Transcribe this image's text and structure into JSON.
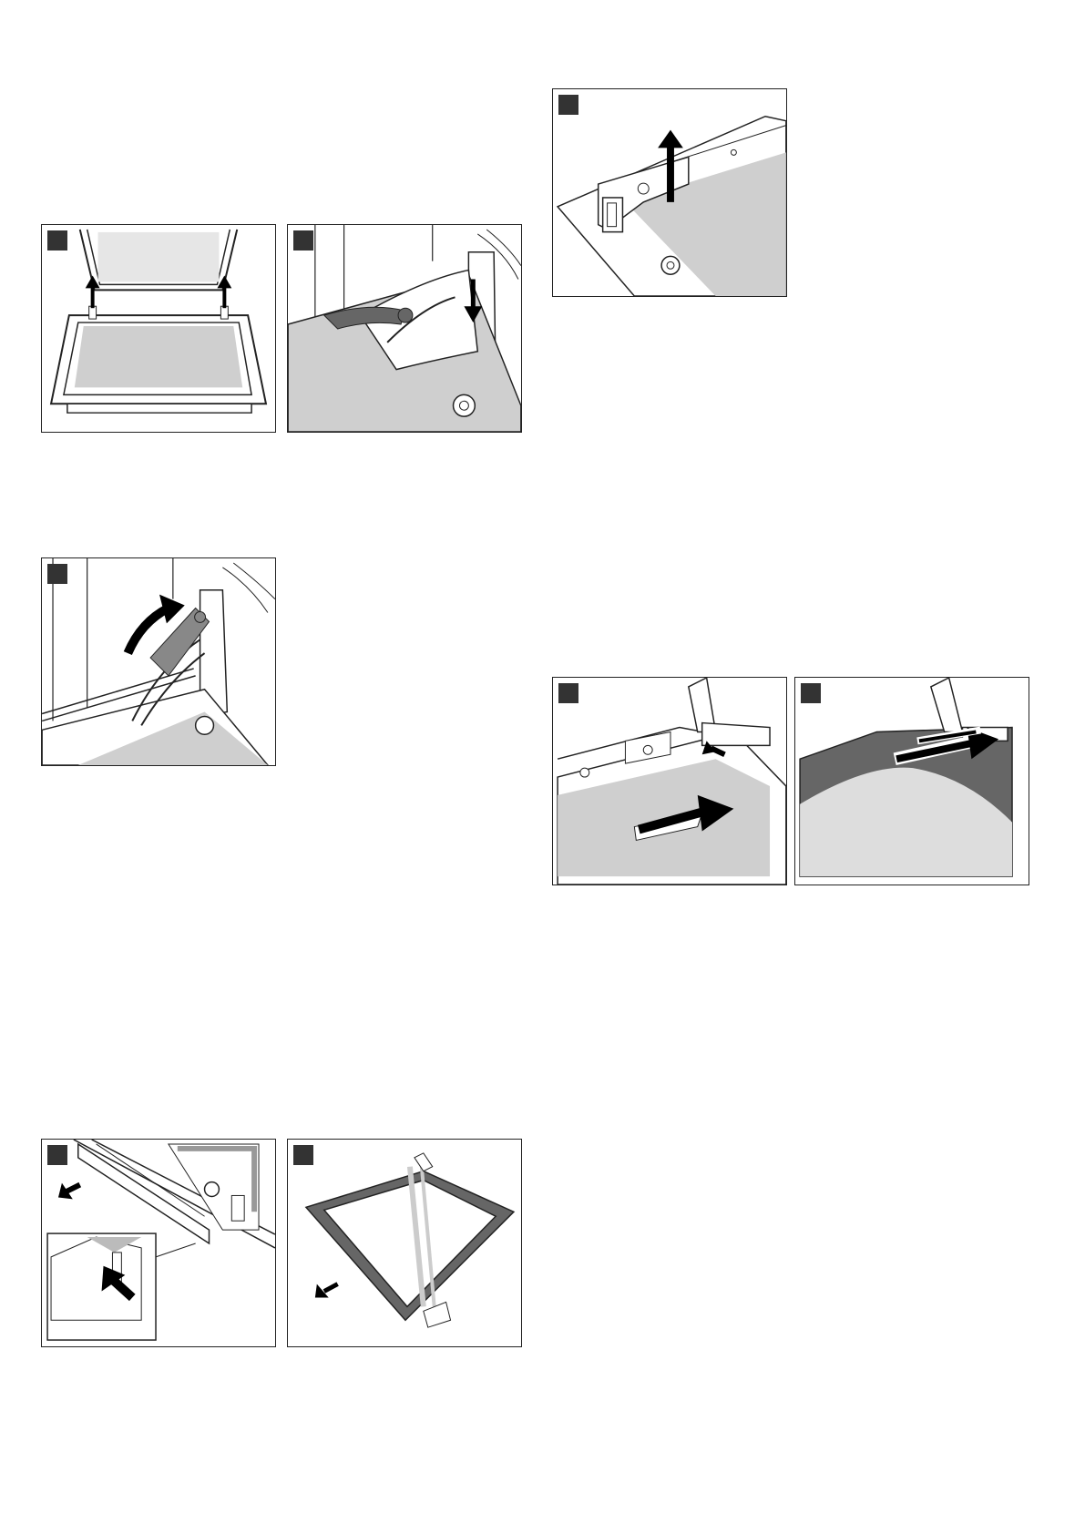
{
  "page": {
    "type": "oven door removal instructions",
    "colors": {
      "line": "#222222",
      "fill_light": "#cfcfcf",
      "fill_mid": "#8a8a8a",
      "fill_dark": "#4a4a4a",
      "badge": "#333333"
    },
    "figures": [
      {
        "id": "fig-1",
        "icon": "door-lift-arrows-icon"
      },
      {
        "id": "fig-2",
        "icon": "hinge-lever-down-icon"
      },
      {
        "id": "fig-3",
        "icon": "hinge-lever-up-icon"
      },
      {
        "id": "fig-4",
        "icon": "cover-strip-removal-icon"
      },
      {
        "id": "fig-5",
        "icon": "glass-pane-removal-icon"
      },
      {
        "id": "fig-6",
        "icon": "hinge-clip-lift-icon"
      },
      {
        "id": "fig-7",
        "icon": "glass-slide-in-icon"
      },
      {
        "id": "fig-8",
        "icon": "glass-push-under-clip-icon"
      }
    ]
  }
}
